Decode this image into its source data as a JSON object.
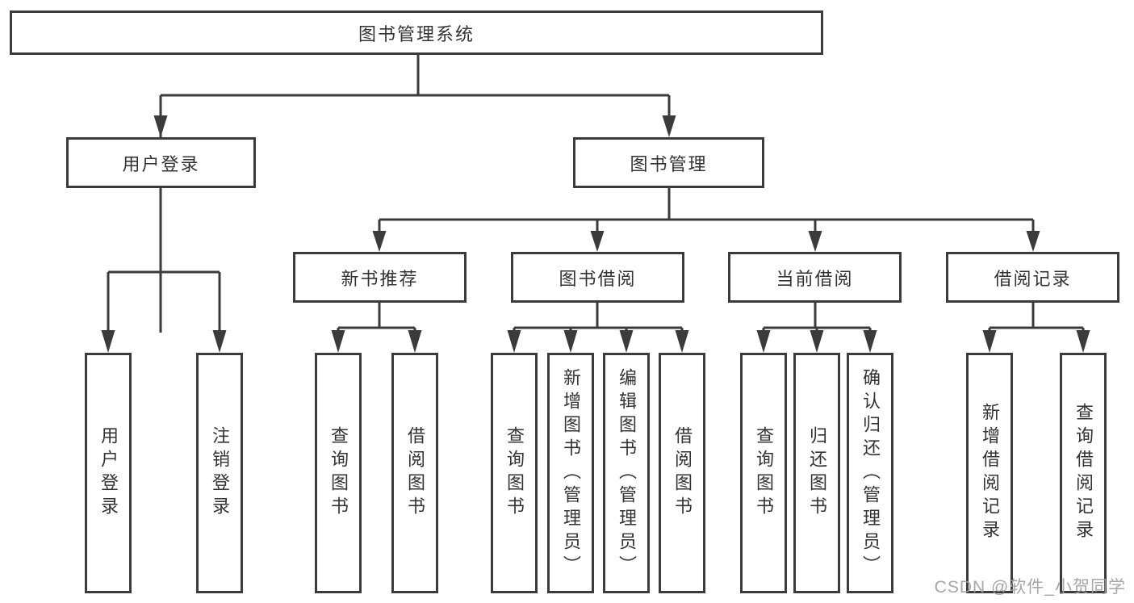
{
  "diagram": {
    "root": {
      "label": "图书管理系统"
    },
    "branches": [
      {
        "label": "用户登录",
        "children": [
          "用户登录",
          "注销登录"
        ]
      },
      {
        "label": "图书管理",
        "children": [
          {
            "label": "新书推荐",
            "children": [
              "查询图书",
              "借阅图书"
            ]
          },
          {
            "label": "图书借阅",
            "children": [
              "查询图书",
              "新增图书（管理员）",
              "编辑图书（管理员）",
              "借阅图书"
            ]
          },
          {
            "label": "当前借阅",
            "children": [
              "查询图书",
              "归还图书",
              "确认归还（管理员）"
            ]
          },
          {
            "label": "借阅记录",
            "children": [
              "新增借阅记录",
              "查询借阅记录"
            ]
          }
        ]
      }
    ]
  },
  "watermark": "CSDN @软件_小贺同学",
  "colors": {
    "line": "#3b3b3b",
    "text": "#333333",
    "watermark": "#9e9e9e",
    "background": "#ffffff"
  }
}
